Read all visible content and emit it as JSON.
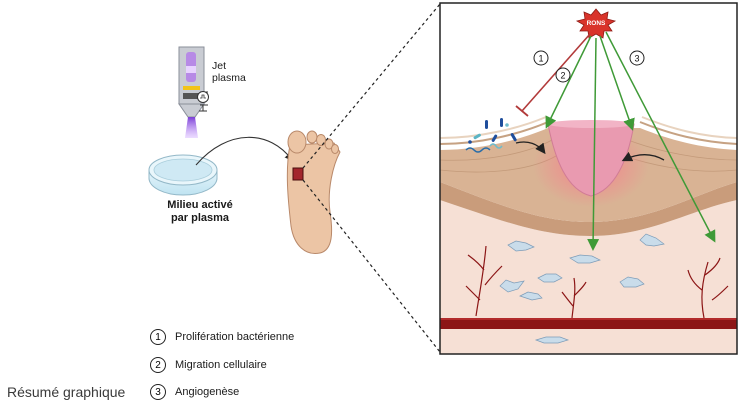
{
  "jet_label_line1": "Jet",
  "jet_label_line2": "plasma",
  "medium_label_line1": "Milieu activé",
  "medium_label_line2": "par plasma",
  "rons_label": "RONS",
  "arrow_numbers": [
    "1",
    "2",
    "3"
  ],
  "legend": [
    {
      "number": "1",
      "text": "Prolifération bactérienne"
    },
    {
      "number": "2",
      "text": "Migration cellulaire"
    },
    {
      "number": "3",
      "text": "Angiogenèse"
    }
  ],
  "summary_label": "Résumé graphique",
  "colors": {
    "inhibit_arrow": "#b23a3a",
    "activate_arrow": "#3f9a37",
    "rons_star": "#d9342b",
    "vessel": "#8c1616",
    "wound": "#e99ab0",
    "skin_tissue": "#d9b394",
    "dermis": "#f6e0d5"
  }
}
